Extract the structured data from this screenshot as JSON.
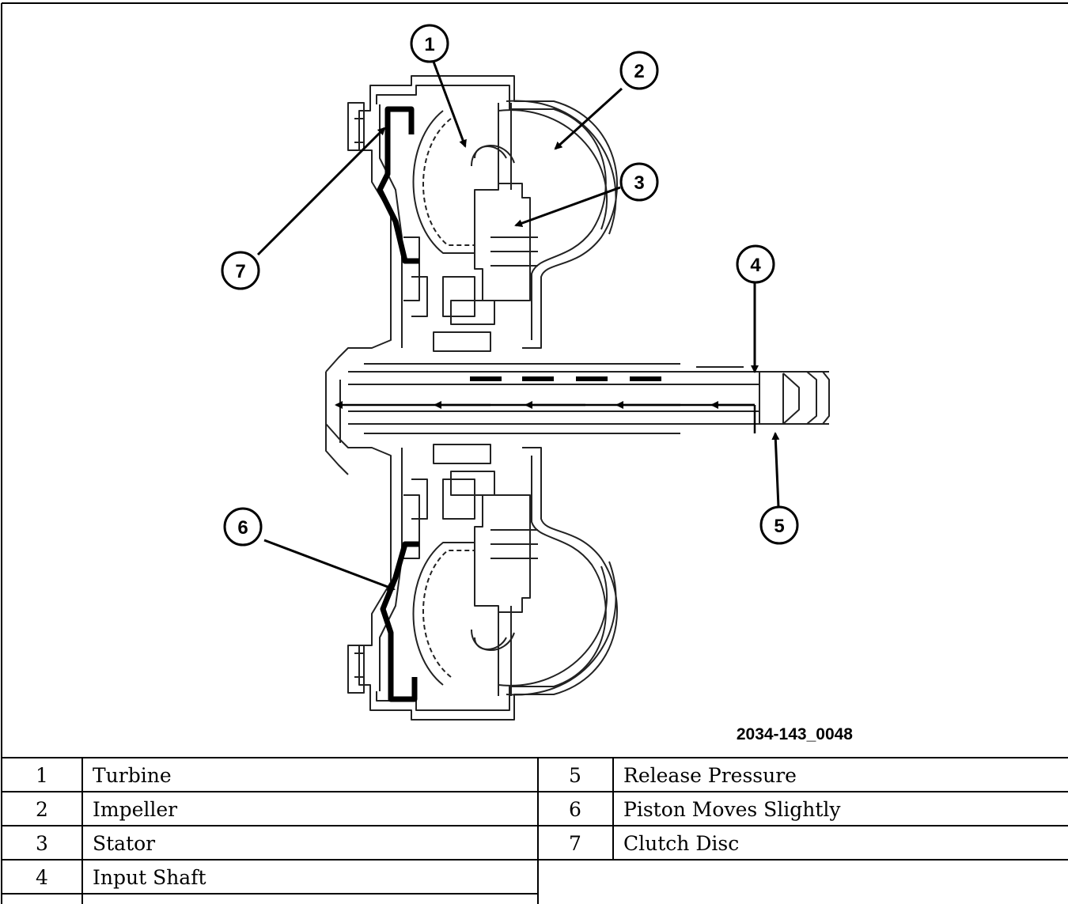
{
  "figure": {
    "id": "2034-143_0048",
    "callouts": [
      "1",
      "2",
      "3",
      "4",
      "5",
      "6",
      "7"
    ]
  },
  "legend": {
    "left": [
      {
        "num": "1",
        "label": "Turbine"
      },
      {
        "num": "2",
        "label": "Impeller"
      },
      {
        "num": "3",
        "label": "Stator"
      },
      {
        "num": "4",
        "label": "Input Shaft"
      }
    ],
    "right": [
      {
        "num": "5",
        "label": "Release Pressure"
      },
      {
        "num": "6",
        "label": "Piston Moves Slightly"
      },
      {
        "num": "7",
        "label": "Clutch Disc"
      }
    ]
  }
}
